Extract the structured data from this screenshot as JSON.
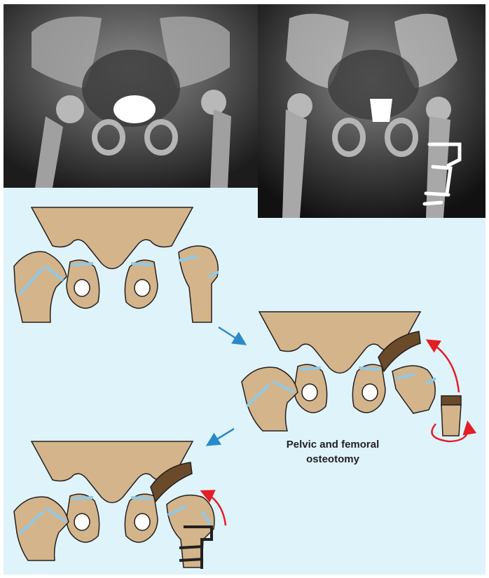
{
  "caption": {
    "line1": "Pelvic and femoral",
    "line2": "osteotomy"
  },
  "colors": {
    "bone": "#d4b48a",
    "bone_outline": "#231f20",
    "growth_plate": "#8fc9e8",
    "graft": "#6b4a2a",
    "panel_background": "#dff3fb",
    "sequence_arrow": "#2a8ac8",
    "rotation_arrow": "#e31e24"
  },
  "figure": {
    "radiographs": [
      "preoperative-radiograph",
      "postoperative-radiograph"
    ],
    "stages": [
      "preoperative",
      "after-osteotomy",
      "final"
    ]
  }
}
